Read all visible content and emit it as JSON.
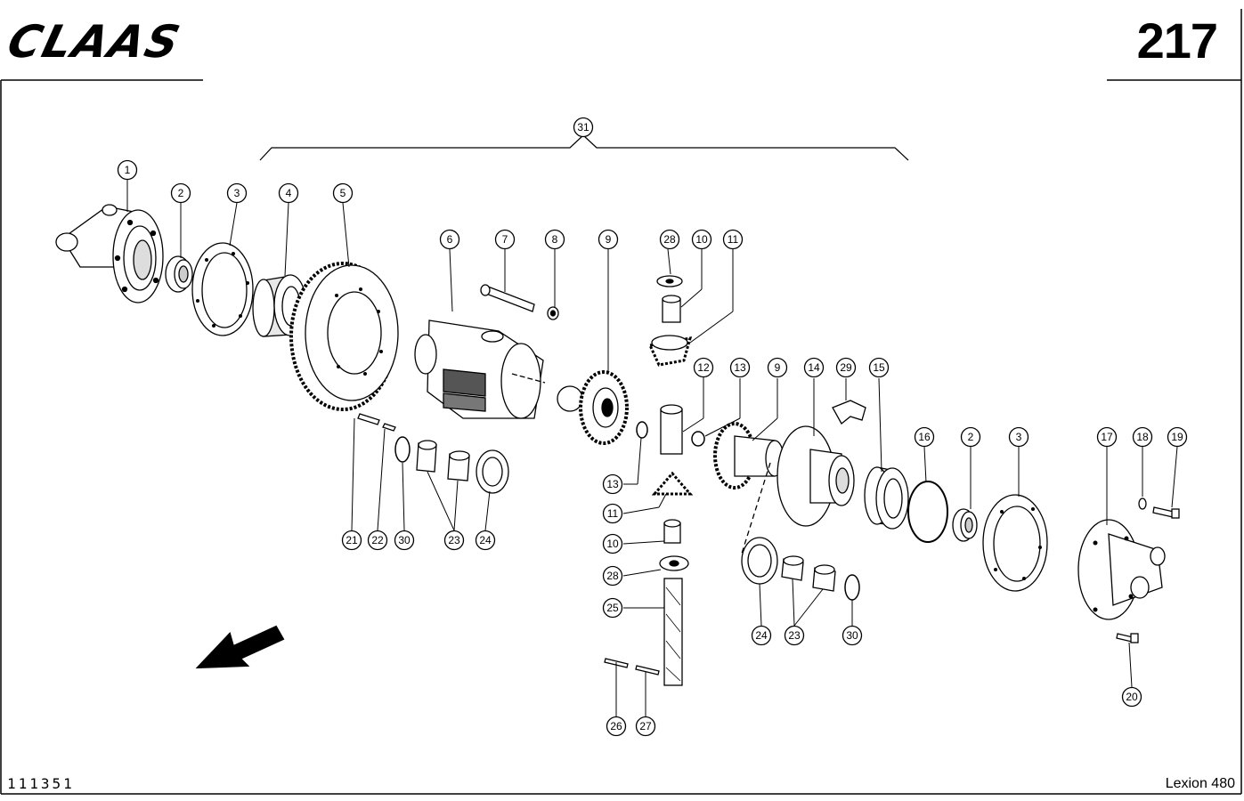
{
  "header": {
    "brand": "CLAAS",
    "page_number": "217"
  },
  "footer": {
    "doc_number": "111351",
    "model": "Lexion 480"
  },
  "callouts": {
    "c1": "1",
    "c2a": "2",
    "c3a": "3",
    "c4": "4",
    "c5": "5",
    "c6": "6",
    "c7": "7",
    "c8": "8",
    "c9a": "9",
    "c28a": "28",
    "c10a": "10",
    "c11a": "11",
    "c12": "12",
    "c13a": "13",
    "c9b": "9",
    "c14": "14",
    "c29": "29",
    "c15": "15",
    "c16": "16",
    "c2b": "2",
    "c3b": "3",
    "c17": "17",
    "c18": "18",
    "c19": "19",
    "c21": "21",
    "c22": "22",
    "c30a": "30",
    "c23a": "23",
    "c24a": "24",
    "c13b": "13",
    "c11b": "11",
    "c10b": "10",
    "c28b": "28",
    "c25": "25",
    "c26": "26",
    "c27": "27",
    "c24b": "24",
    "c23b": "23",
    "c30b": "30",
    "c20": "20",
    "c31": "31"
  }
}
